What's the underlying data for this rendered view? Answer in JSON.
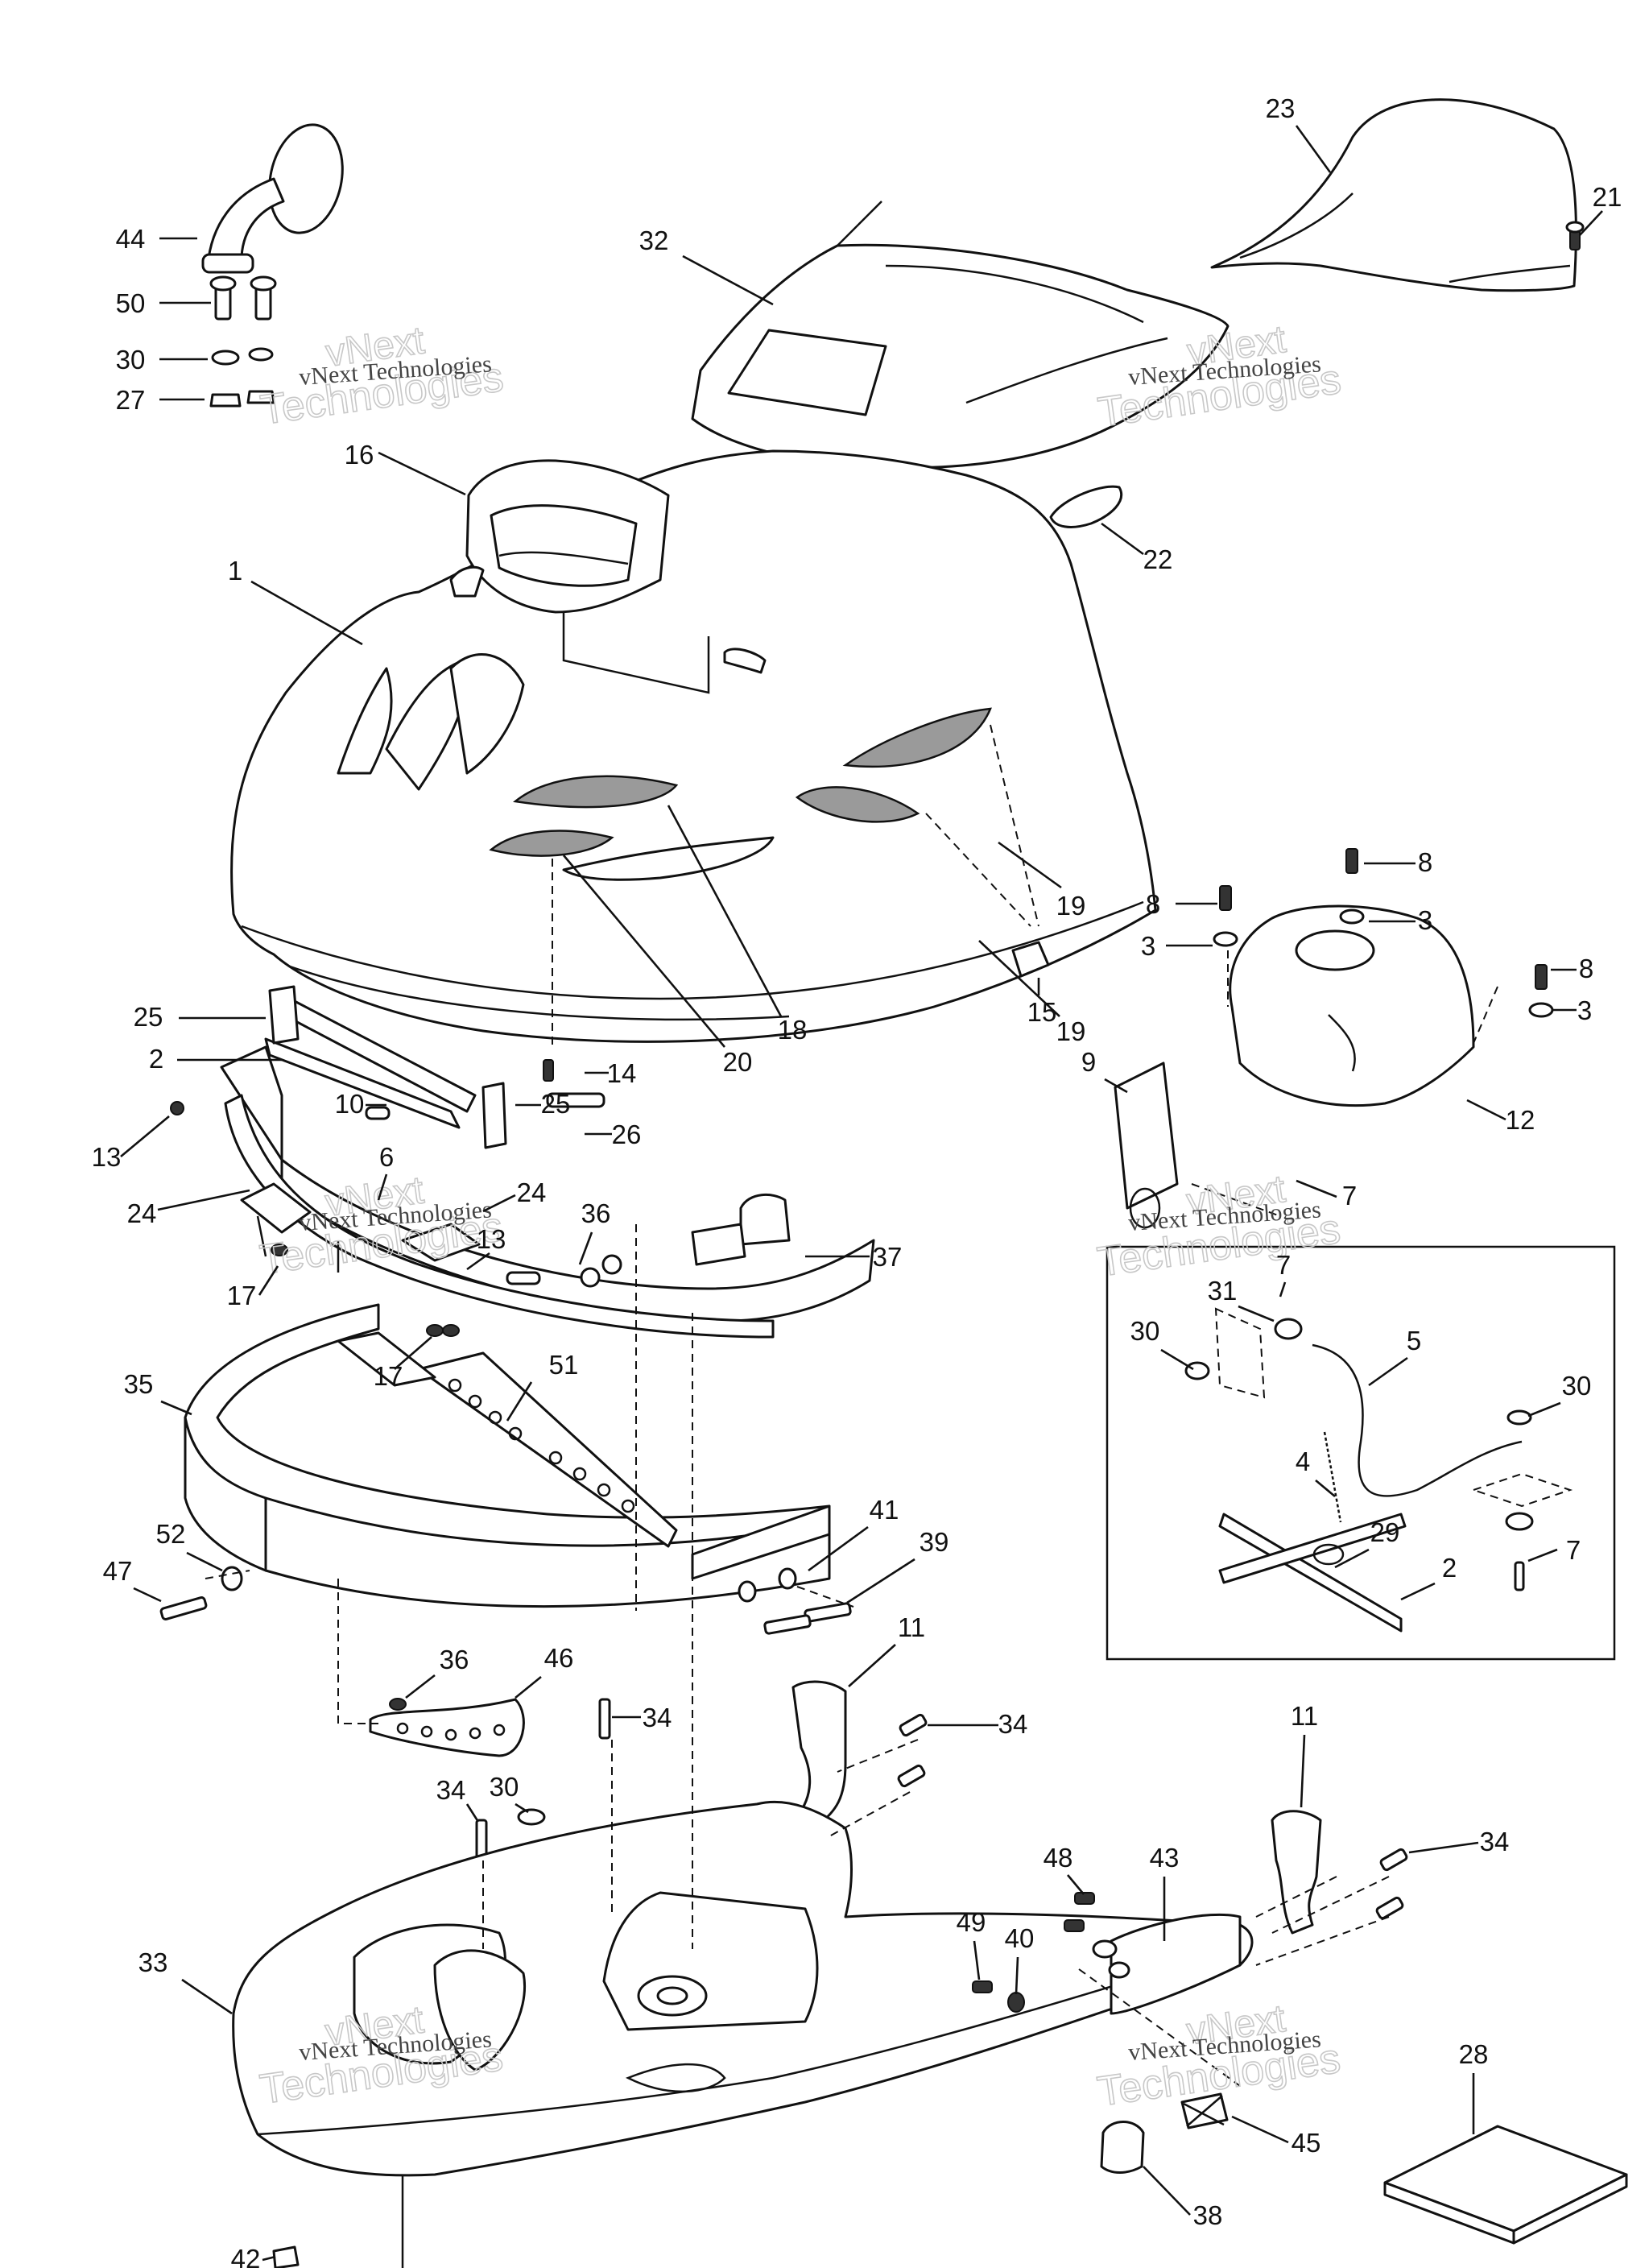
{
  "diagram": {
    "watermark": {
      "caption": "vNext Technologies",
      "word_top": "vNext",
      "word_bottom": "Technologies"
    },
    "callouts": [
      {
        "id": "c44",
        "label": "44"
      },
      {
        "id": "c50",
        "label": "50"
      },
      {
        "id": "c30a",
        "label": "30"
      },
      {
        "id": "c27",
        "label": "27"
      },
      {
        "id": "c32",
        "label": "32"
      },
      {
        "id": "c23",
        "label": "23"
      },
      {
        "id": "c21",
        "label": "21"
      },
      {
        "id": "c16",
        "label": "16"
      },
      {
        "id": "c22",
        "label": "22"
      },
      {
        "id": "c1",
        "label": "1"
      },
      {
        "id": "c8a",
        "label": "8"
      },
      {
        "id": "c8b",
        "label": "8"
      },
      {
        "id": "c8c",
        "label": "8"
      },
      {
        "id": "c3a",
        "label": "3"
      },
      {
        "id": "c3b",
        "label": "3"
      },
      {
        "id": "c3c",
        "label": "3"
      },
      {
        "id": "c19a",
        "label": "19"
      },
      {
        "id": "c19b",
        "label": "19"
      },
      {
        "id": "c15",
        "label": "15"
      },
      {
        "id": "c18",
        "label": "18"
      },
      {
        "id": "c20",
        "label": "20"
      },
      {
        "id": "c25a",
        "label": "25"
      },
      {
        "id": "c2a",
        "label": "2"
      },
      {
        "id": "c14",
        "label": "14"
      },
      {
        "id": "c9",
        "label": "9"
      },
      {
        "id": "c12",
        "label": "12"
      },
      {
        "id": "c10",
        "label": "10"
      },
      {
        "id": "c25b",
        "label": "25"
      },
      {
        "id": "c26",
        "label": "26"
      },
      {
        "id": "c13a",
        "label": "13"
      },
      {
        "id": "c6",
        "label": "6"
      },
      {
        "id": "c24a",
        "label": "24"
      },
      {
        "id": "c24b",
        "label": "24"
      },
      {
        "id": "c13b",
        "label": "13"
      },
      {
        "id": "c36a",
        "label": "36"
      },
      {
        "id": "c7a",
        "label": "7"
      },
      {
        "id": "c17a",
        "label": "17"
      },
      {
        "id": "c37",
        "label": "37"
      },
      {
        "id": "c7b",
        "label": "7"
      },
      {
        "id": "c31",
        "label": "31"
      },
      {
        "id": "c30b",
        "label": "30"
      },
      {
        "id": "c5",
        "label": "5"
      },
      {
        "id": "c35",
        "label": "35"
      },
      {
        "id": "c51",
        "label": "51"
      },
      {
        "id": "c17b",
        "label": "17"
      },
      {
        "id": "c30c",
        "label": "30"
      },
      {
        "id": "c4",
        "label": "4"
      },
      {
        "id": "c29",
        "label": "29"
      },
      {
        "id": "c7c",
        "label": "7"
      },
      {
        "id": "c2b",
        "label": "2"
      },
      {
        "id": "c52",
        "label": "52"
      },
      {
        "id": "c47",
        "label": "47"
      },
      {
        "id": "c41",
        "label": "41"
      },
      {
        "id": "c39",
        "label": "39"
      },
      {
        "id": "c11a",
        "label": "11"
      },
      {
        "id": "c36b",
        "label": "36"
      },
      {
        "id": "c46",
        "label": "46"
      },
      {
        "id": "c34a",
        "label": "34"
      },
      {
        "id": "c34b",
        "label": "34"
      },
      {
        "id": "c11b",
        "label": "11"
      },
      {
        "id": "c34c",
        "label": "34"
      },
      {
        "id": "c34d",
        "label": "34"
      },
      {
        "id": "c30d",
        "label": "30"
      },
      {
        "id": "c48",
        "label": "48"
      },
      {
        "id": "c43",
        "label": "43"
      },
      {
        "id": "c49",
        "label": "49"
      },
      {
        "id": "c40",
        "label": "40"
      },
      {
        "id": "c33",
        "label": "33"
      },
      {
        "id": "c28",
        "label": "28"
      },
      {
        "id": "c45",
        "label": "45"
      },
      {
        "id": "c38",
        "label": "38"
      },
      {
        "id": "c42",
        "label": "42"
      }
    ]
  }
}
